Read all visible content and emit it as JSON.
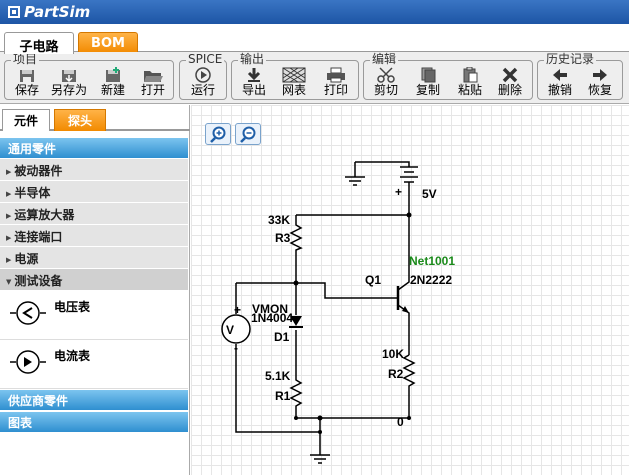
{
  "app": {
    "title": "PartSim"
  },
  "main_tabs": [
    {
      "label": "子电路"
    },
    {
      "label": "BOM"
    }
  ],
  "toolbar": {
    "groups": [
      {
        "title": "项目",
        "buttons": [
          {
            "label": "保存",
            "icon": "save-icon"
          },
          {
            "label": "另存为",
            "icon": "save-as-icon"
          },
          {
            "label": "新建",
            "icon": "new-icon"
          },
          {
            "label": "打开",
            "icon": "open-folder-icon"
          }
        ]
      },
      {
        "title": "SPICE",
        "buttons": [
          {
            "label": "运行",
            "icon": "play-icon"
          }
        ]
      },
      {
        "title": "输出",
        "buttons": [
          {
            "label": "导出",
            "icon": "export-arrow-icon"
          },
          {
            "label": "网表",
            "icon": "netlist-icon"
          },
          {
            "label": "打印",
            "icon": "printer-icon"
          }
        ]
      },
      {
        "title": "编辑",
        "buttons": [
          {
            "label": "剪切",
            "icon": "scissors-icon"
          },
          {
            "label": "复制",
            "icon": "copy-icon"
          },
          {
            "label": "粘贴",
            "icon": "paste-icon"
          },
          {
            "label": "删除",
            "icon": "delete-x-icon"
          }
        ]
      },
      {
        "title": "历史记录",
        "buttons": [
          {
            "label": "撤销",
            "icon": "undo-arrow-icon"
          },
          {
            "label": "恢复",
            "icon": "redo-arrow-icon"
          }
        ]
      }
    ]
  },
  "left_panel": {
    "tabs": [
      {
        "label": "元件"
      },
      {
        "label": "探头"
      }
    ],
    "sections": {
      "general": "通用零件",
      "vendor": "供应商零件",
      "charts": "图表"
    },
    "categories": [
      {
        "label": "被动器件"
      },
      {
        "label": "半导体"
      },
      {
        "label": "运算放大器"
      },
      {
        "label": "连接端口"
      },
      {
        "label": "电源"
      },
      {
        "label": "测试设备"
      }
    ],
    "devices": [
      {
        "label": "电压表",
        "icon": "voltmeter-icon"
      },
      {
        "label": "电流表",
        "icon": "ammeter-icon"
      }
    ]
  },
  "schematic": {
    "labels": {
      "battery_value": "5V",
      "r3_value": "33K",
      "r3_ref": "R3",
      "net_label": "Net1001",
      "q1_ref": "Q1",
      "q1_part": "2N2222",
      "vmon": "VMON",
      "d1_part": "1N4004",
      "d1_ref": "D1",
      "r2_value": "10K",
      "r2_ref": "R2",
      "r1_value": "5.1K",
      "r1_ref": "R1",
      "node_zero": "0",
      "meter_symbol": "V",
      "plus": "+",
      "minus": "-"
    },
    "net_color": "#1a8a1a"
  }
}
